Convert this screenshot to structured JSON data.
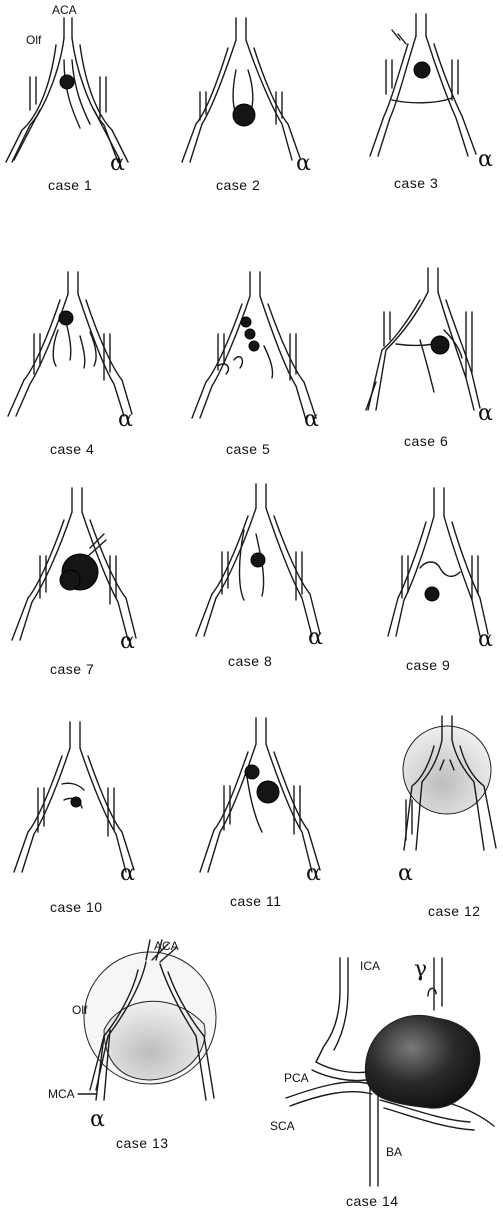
{
  "cases": [
    {
      "caption": "case 1",
      "labels": [
        "ACA",
        "Olf"
      ],
      "marker": "α"
    },
    {
      "caption": "case 2",
      "labels": [],
      "marker": "α"
    },
    {
      "caption": "case 3",
      "labels": [],
      "marker": "α"
    },
    {
      "caption": "case 4",
      "labels": [],
      "marker": "α"
    },
    {
      "caption": "case 5",
      "labels": [],
      "marker": "α"
    },
    {
      "caption": "case 6",
      "labels": [],
      "marker": "α"
    },
    {
      "caption": "case 7",
      "labels": [],
      "marker": "α"
    },
    {
      "caption": "case 8",
      "labels": [],
      "marker": "α"
    },
    {
      "caption": "case 9",
      "labels": [],
      "marker": "α"
    },
    {
      "caption": "case 10",
      "labels": [],
      "marker": "α"
    },
    {
      "caption": "case 11",
      "labels": [],
      "marker": "α"
    },
    {
      "caption": "case 12",
      "labels": [],
      "marker": "α"
    },
    {
      "caption": "case 13",
      "labels": [
        "ACA",
        "Olf",
        "MCA"
      ],
      "marker": "α"
    },
    {
      "caption": "case 14",
      "labels": [
        "ICA",
        "PCA",
        "SCA",
        "BA"
      ],
      "marker": "γ"
    }
  ],
  "colors": {
    "ink": "#1a1a1a",
    "background": "#ffffff"
  }
}
